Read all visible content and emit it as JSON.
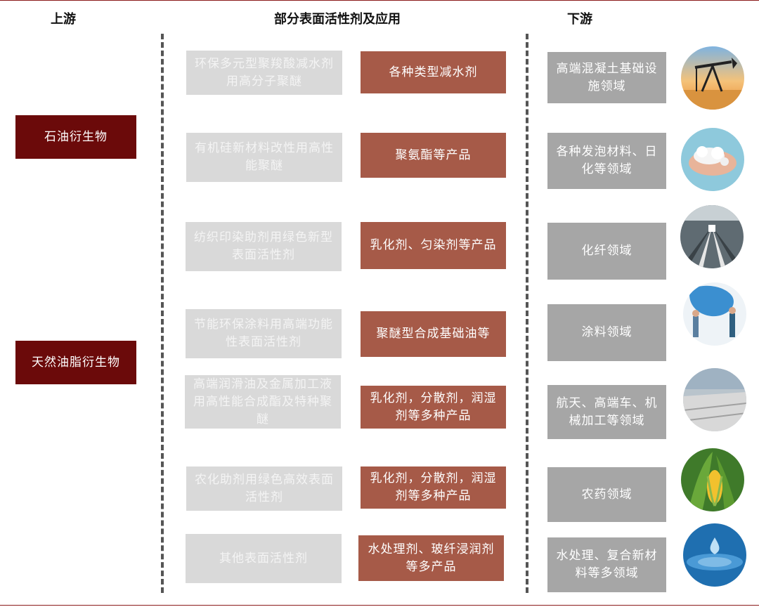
{
  "headers": {
    "upstream": "上游",
    "middle": "部分表面活性剂及应用",
    "downstream": "下游"
  },
  "upstream": [
    "石油衍生物",
    "天然油脂衍生物"
  ],
  "middle": [
    "环保多元型聚羧酸减水剂用高分子聚醚",
    "有机硅新材料改性用高性能聚醚",
    "纺织印染助剂用绿色新型表面活性剂",
    "节能环保涂料用高端功能性表面活性剂",
    "高端润滑油及金属加工液用高性能合成酯及特种聚醚",
    "农化助剂用绿色高效表面活性剂",
    "其他表面活性剂"
  ],
  "applications": [
    "各种类型减水剂",
    "聚氨酯等产品",
    "乳化剂、匀染剂等产品",
    "聚醚型合成基础油等",
    "乳化剂，分散剂，润湿剂等多种产品",
    "乳化剂，分散剂，润湿剂等多种产品",
    "水处理剂、玻纤浸润剂等多产品"
  ],
  "downstream": [
    "高端混凝土基础设施领域",
    "各种发泡材料、日化等领域",
    "化纤领域",
    "涂料领域",
    "航天、高端车、机械加工等领域",
    "农药领域",
    "水处理、复合新材料等多领域"
  ],
  "photo_icons": [
    "oil-pump-icon",
    "foam-hands-icon",
    "textile-factory-icon",
    "paint-coating-icon",
    "factory-roof-icon",
    "corn-crop-icon",
    "water-drop-icon"
  ],
  "colors": {
    "upstream": "#6b0a0a",
    "middle": "#d9d9d9",
    "application": "#a65a48",
    "downstream": "#a6a6a6",
    "rule": "#8b1a1a"
  }
}
